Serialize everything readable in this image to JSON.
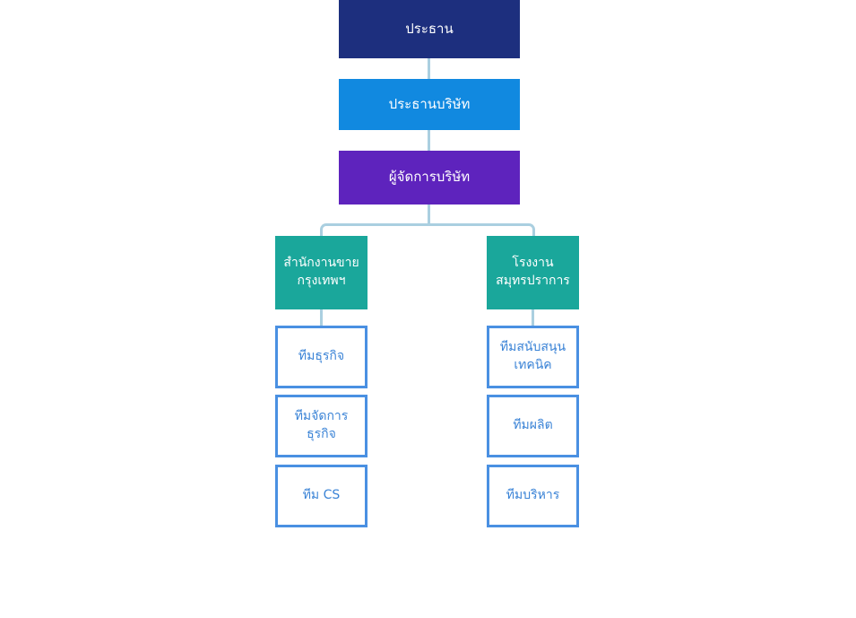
{
  "chart_data": {
    "type": "diagram",
    "title": "",
    "diagram_kind": "organization-chart",
    "orientation": "top-down",
    "language": "th",
    "colors": {
      "navy": "#1d2f7e",
      "blue": "#1189e0",
      "purple": "#5e23bd",
      "teal": "#1aa79b",
      "outline_border": "#4a90e2",
      "outline_text": "#3a83d6",
      "connector": "#aacfe0",
      "background": "#ffffff",
      "filled_text": "#ffffff"
    },
    "nodes": [
      {
        "id": "chairman",
        "label": "ประธาน",
        "tier": 1,
        "style": "filled",
        "color": "#1d2f7e"
      },
      {
        "id": "president",
        "label": "ประธานบริษัท",
        "tier": 2,
        "style": "filled",
        "color": "#1189e0"
      },
      {
        "id": "manager",
        "label": "ผู้จัดการบริษัท",
        "tier": 3,
        "style": "filled",
        "color": "#5e23bd"
      },
      {
        "id": "sales-office",
        "label": "สำนักงานขาย\nกรุงเทพฯ",
        "tier": 4,
        "style": "filled",
        "color": "#1aa79b"
      },
      {
        "id": "factory",
        "label": "โรงงาน\nสมุทรปราการ",
        "tier": 4,
        "style": "filled",
        "color": "#1aa79b"
      },
      {
        "id": "business-team",
        "label": "ทีมธุรกิจ",
        "tier": 5,
        "style": "outline"
      },
      {
        "id": "biz-mgmt-team",
        "label": "ทีมจัดการ\nธุรกิจ",
        "tier": 5,
        "style": "outline"
      },
      {
        "id": "cs-team",
        "label": "ทีม CS",
        "tier": 5,
        "style": "outline"
      },
      {
        "id": "tech-support",
        "label": "ทีมสนับสนุน\nเทคนิค",
        "tier": 5,
        "style": "outline"
      },
      {
        "id": "production-team",
        "label": "ทีมผลิต",
        "tier": 5,
        "style": "outline"
      },
      {
        "id": "admin-team",
        "label": "ทีมบริหาร",
        "tier": 5,
        "style": "outline"
      }
    ],
    "edges": [
      {
        "from": "chairman",
        "to": "president"
      },
      {
        "from": "president",
        "to": "manager"
      },
      {
        "from": "manager",
        "to": "sales-office"
      },
      {
        "from": "manager",
        "to": "factory"
      },
      {
        "from": "sales-office",
        "to": "business-team"
      },
      {
        "from": "factory",
        "to": "tech-support"
      }
    ]
  },
  "tier1": {
    "chairman": "ประธาน"
  },
  "tier2": {
    "president": "ประธานบริษัท"
  },
  "tier3": {
    "manager": "ผู้จัดการบริษัท"
  },
  "tier4": {
    "sales_office": "สำนักงานขาย\nกรุงเทพฯ",
    "factory": "โรงงาน\nสมุทรปราการ"
  },
  "tier5": {
    "left_column": [
      {
        "label": "ทีมธุรกิจ"
      },
      {
        "label": "ทีมจัดการ\nธุรกิจ"
      },
      {
        "label": "ทีม CS"
      }
    ],
    "right_column": [
      {
        "label": "ทีมสนับสนุน\nเทคนิค"
      },
      {
        "label": "ทีมผลิต"
      },
      {
        "label": "ทีมบริหาร"
      }
    ]
  }
}
